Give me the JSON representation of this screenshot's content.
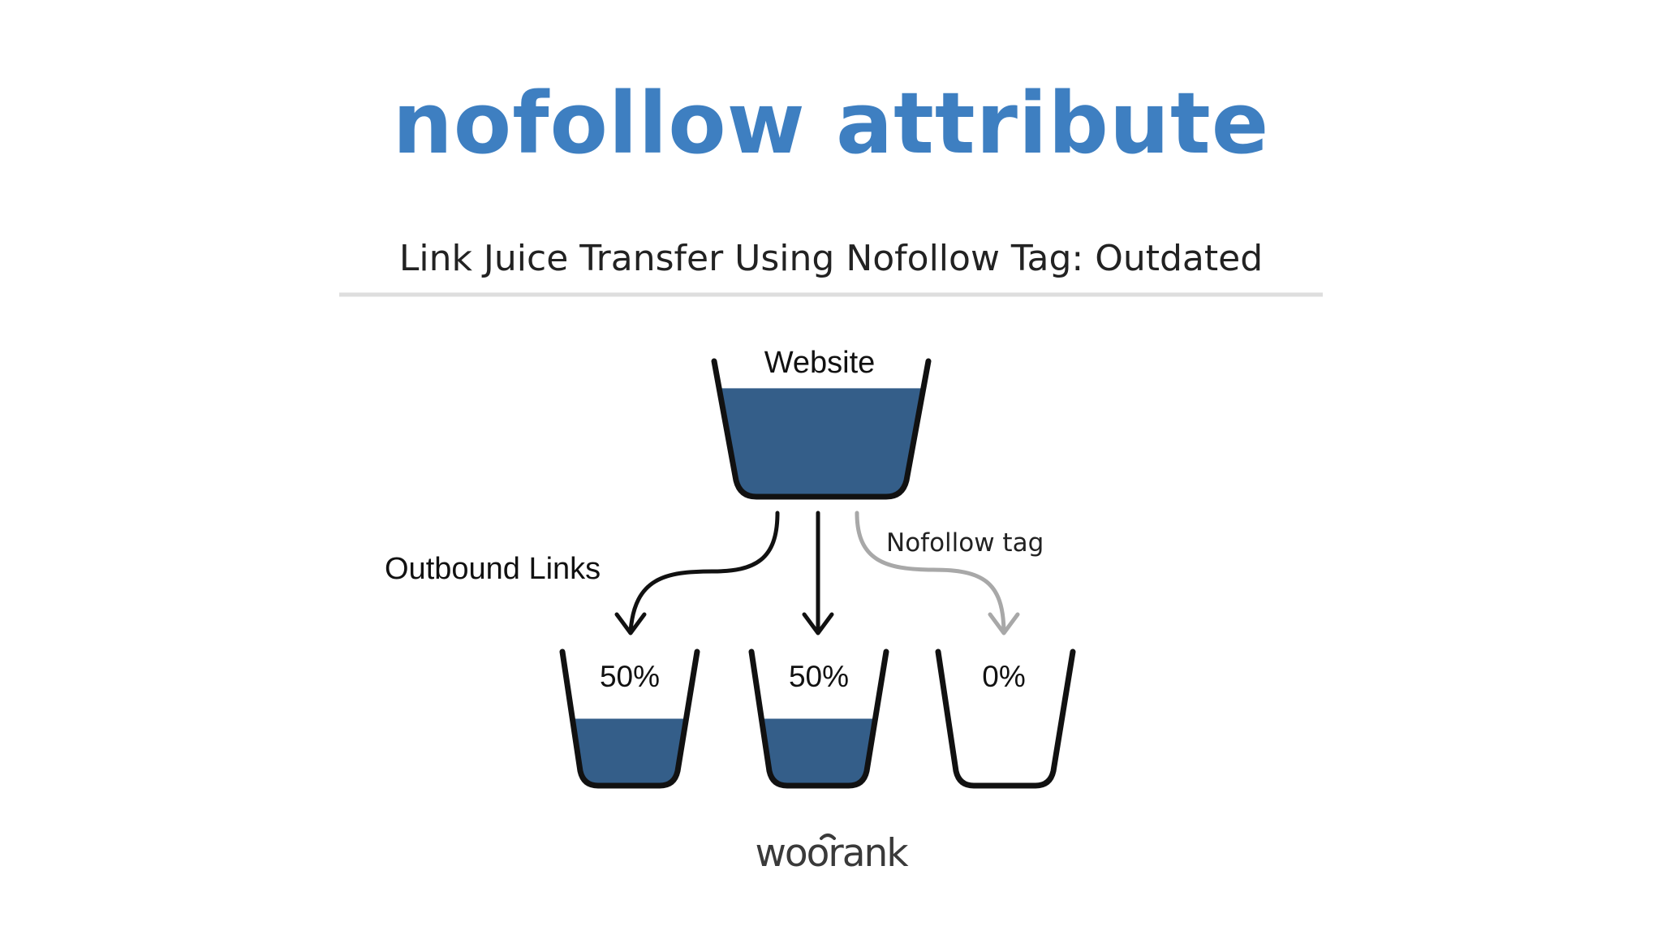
{
  "title": "nofollow attribute",
  "subtitle": "Link Juice Transfer Using Nofollow Tag: Outdated",
  "source": {
    "label": "Website",
    "fill_level": 0.8
  },
  "outbound_label": "Outbound Links",
  "nofollow_label": "Nofollow tag",
  "targets": [
    {
      "label": "50%",
      "fill_level": 0.5
    },
    {
      "label": "50%",
      "fill_level": 0.5
    },
    {
      "label": "0%",
      "fill_level": 0
    }
  ],
  "brand": "woorank",
  "colors": {
    "title": "#3e7fc1",
    "water": "#345e89",
    "cup_outline": "#111111",
    "followed_arrow": "#111111",
    "nofollow_arrow": "#a8a8a8",
    "divider": "#dedede"
  }
}
